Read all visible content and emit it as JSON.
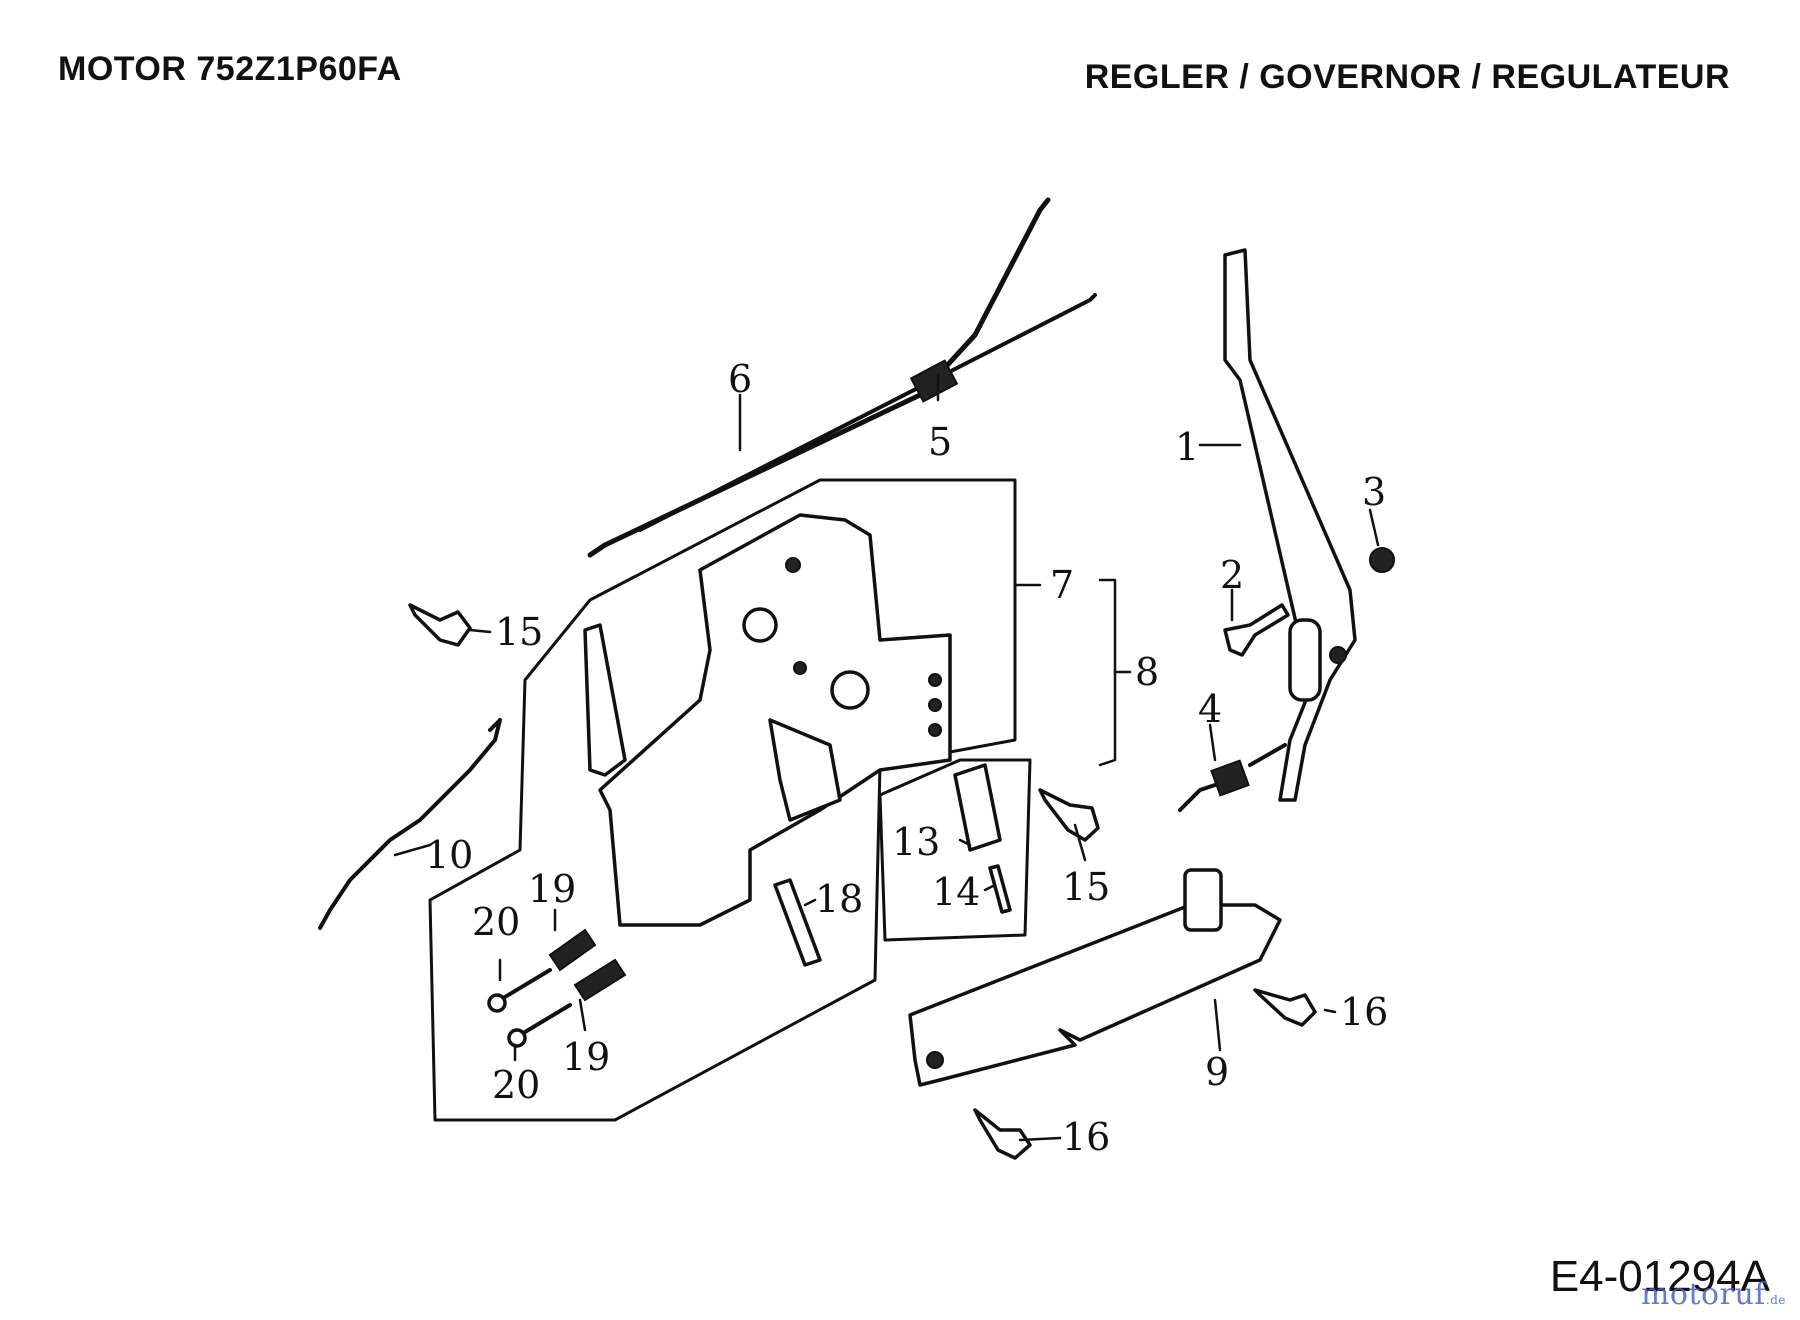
{
  "header": {
    "title_left": "MOTOR 752Z1P60FA",
    "title_right": "REGLER / GOVERNOR /  REGULATEUR"
  },
  "document_number": "E4-01294A",
  "watermark": {
    "text": "motoruf",
    "suffix": ".de",
    "color": "#4a62c4"
  },
  "callouts": [
    "1",
    "2",
    "3",
    "4",
    "5",
    "6",
    "7",
    "8",
    "9",
    "10",
    "13",
    "14",
    "15",
    "15",
    "16",
    "16",
    "18",
    "19",
    "19",
    "20",
    "20"
  ]
}
